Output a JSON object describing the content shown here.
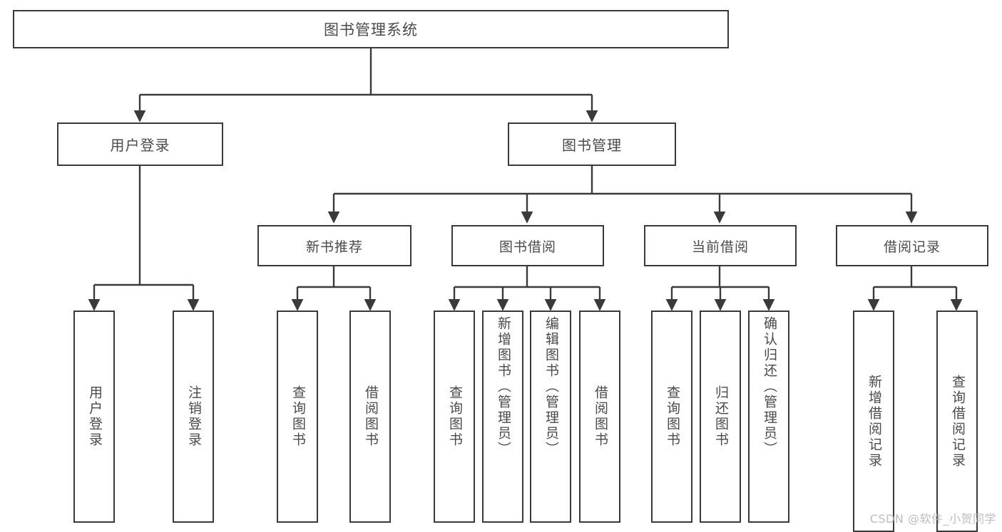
{
  "diagram": {
    "type": "tree",
    "title": "图书管理系统",
    "orientation": "top-down",
    "colors": {
      "box_border": "#3a3a3a",
      "box_fill": "#ffffff",
      "text": "#4a4a4a",
      "edge": "#3a3a3a",
      "watermark": "#bdbdbd",
      "background": "#ffffff"
    }
  },
  "root": {
    "label": "图书管理系统"
  },
  "level2": [
    {
      "label": "用户登录"
    },
    {
      "label": "图书管理"
    }
  ],
  "level3": [
    {
      "label": "新书推荐"
    },
    {
      "label": "图书借阅"
    },
    {
      "label": "当前借阅"
    },
    {
      "label": "借阅记录"
    }
  ],
  "leaves": {
    "user_login": [
      {
        "label": "用户登录"
      },
      {
        "label": "注销登录"
      }
    ],
    "new_book_recommend": [
      {
        "label": "查询图书"
      },
      {
        "label": "借阅图书"
      }
    ],
    "book_borrow": [
      {
        "label": "查询图书"
      },
      {
        "label": "新增图书（管理员）"
      },
      {
        "label": "编辑图书（管理员）"
      },
      {
        "label": "借阅图书"
      }
    ],
    "current_borrow": [
      {
        "label": "查询图书"
      },
      {
        "label": "归还图书"
      },
      {
        "label": "确认归还（管理员）"
      }
    ],
    "borrow_record": [
      {
        "label": "新增借阅记录"
      },
      {
        "label": "查询借阅记录"
      }
    ]
  },
  "watermark": {
    "text": "CSDN @软件_小贺同学"
  }
}
